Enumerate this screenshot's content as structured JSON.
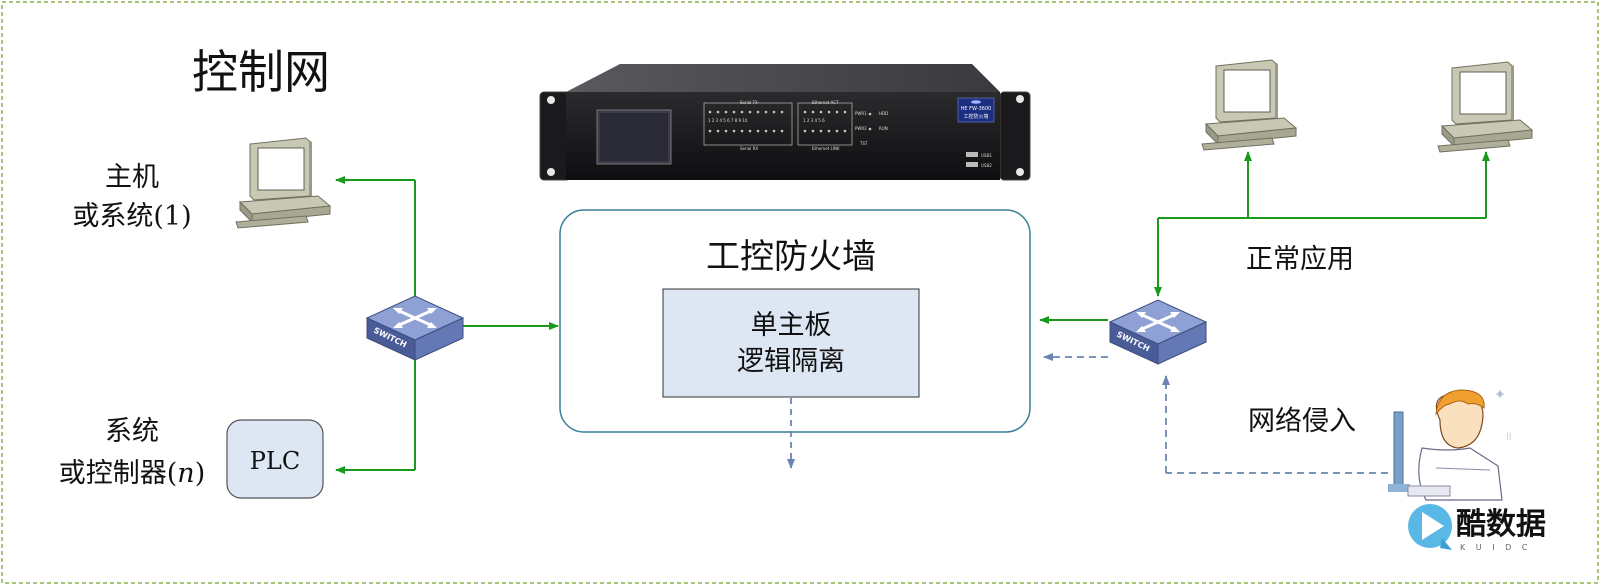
{
  "title": "控制网",
  "host_label": {
    "line1": "主机",
    "line2": "或系统(1)"
  },
  "controller_label": {
    "line1": "系统",
    "line2_prefix": "或控制器(",
    "line2_var": "n",
    "line2_suffix": ")"
  },
  "plc_label": "PLC",
  "firewall": {
    "title": "工控防火墙",
    "inner_line1": "单主板",
    "inner_line2": "逻辑隔离"
  },
  "switch_label": "SWITCH",
  "normal_app_label": "正常应用",
  "intrusion_label": "网络侵入",
  "device": {
    "model": "HE FW-3600",
    "model_cn": "工控防火墙",
    "serial_tx": "Serial  TX",
    "serial_rx": "Serial  RX",
    "ethernet_act": "Ethernet  ACT",
    "ethernet_link": "Ethernet  LINK",
    "ports_12": "1 2 3 4 5 6 7 8 9 10",
    "ports_6": "1 2 3 4 5 6",
    "pwr1": "PWR1",
    "pwr2": "PWR2",
    "hdd": "HDD",
    "run": "RUN",
    "tst": "TST",
    "usb1": "USB1",
    "usb2": "USB2"
  },
  "watermark": {
    "name": "酷数据",
    "sub": "K U I D C"
  },
  "colors": {
    "green_line": "#1a9a1a",
    "blue_dashed": "#6a86b0",
    "box_border": "#3a7d9a",
    "inner_fill": "#dde6f3",
    "switch_blue": "#5a6fa8"
  }
}
